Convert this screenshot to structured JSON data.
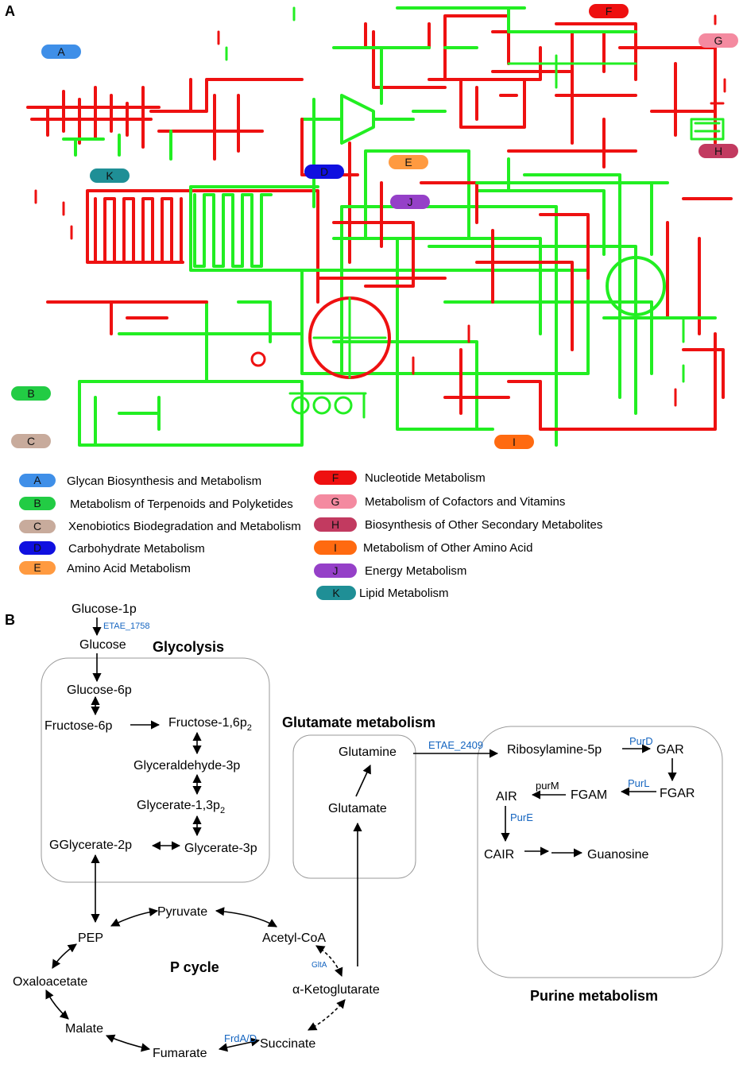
{
  "panel_a": {
    "label": "A",
    "map_markers": [
      {
        "letter": "A",
        "color": "#3f8fe8"
      },
      {
        "letter": "F",
        "color": "#ee1010"
      },
      {
        "letter": "G",
        "color": "#f48aa0"
      },
      {
        "letter": "H",
        "color": "#c23a60"
      },
      {
        "letter": "K",
        "color": "#1f8f96"
      },
      {
        "letter": "D",
        "color": "#1010e0"
      },
      {
        "letter": "E",
        "color": "#ff9a40"
      },
      {
        "letter": "J",
        "color": "#9540c8"
      },
      {
        "letter": "B",
        "color": "#22cc44"
      },
      {
        "letter": "C",
        "color": "#c8ab9c"
      },
      {
        "letter": "I",
        "color": "#ff6a10"
      }
    ],
    "legend_left": [
      {
        "letter": "A",
        "label": "Glycan Biosynthesis and Metabolism",
        "color": "#3f8fe8"
      },
      {
        "letter": "B",
        "label": "Metabolism of Terpenoids and Polyketides",
        "color": "#22cc44"
      },
      {
        "letter": "C",
        "label": "Xenobiotics Biodegradation and Metabolism",
        "color": "#c8ab9c"
      },
      {
        "letter": "D",
        "label": "Carbohydrate Metabolism",
        "color": "#1010e0"
      },
      {
        "letter": "E",
        "label": "Amino Acid Metabolism",
        "color": "#ff9a40"
      }
    ],
    "legend_right": [
      {
        "letter": "F",
        "label": "Nucleotide Metabolism",
        "color": "#ee1010"
      },
      {
        "letter": "G",
        "label": "Metabolism of Cofactors and Vitamins",
        "color": "#f48aa0"
      },
      {
        "letter": "H",
        "label": "Biosynthesis of Other Secondary Metabolites",
        "color": "#c23a60"
      },
      {
        "letter": "I",
        "label": "Metabolism of Other Amino Acid",
        "color": "#ff6a10"
      },
      {
        "letter": "J",
        "label": "Energy Metabolism",
        "color": "#9540c8"
      },
      {
        "letter": "K",
        "label": "Lipid Metabolism",
        "color": "#1f8f96"
      }
    ],
    "line_colors": {
      "up": "#ee1111",
      "down": "#22ee22"
    }
  },
  "panel_b": {
    "label": "B",
    "titles": {
      "glycolysis": "Glycolysis",
      "glutamate": "Glutamate metabolism",
      "pcycle": "P cycle",
      "purine": "Purine metabolism"
    },
    "metabolites": {
      "glucose_1p": "Glucose-1p",
      "glucose": "Glucose",
      "glucose_6p": "Glucose-6p",
      "fructose_6p": "Fructose-6p",
      "fructose_16p2": "Fructose-1,6p",
      "glyceraldehyde_3p": "Glyceraldehyde-3p",
      "glycerate_13p2": "Glycerate-1,3p",
      "gglycerate_2p": "GGlycerate-2p",
      "glycerate_3p": "Glycerate-3p",
      "pyruvate": "Pyruvate",
      "pep": "PEP",
      "acetyl_coa": "Acetyl-CoA",
      "oxaloacetate": "Oxaloacetate",
      "alpha_kg": "α-Ketoglutarate",
      "malate": "Malate",
      "fumarate": "Fumarate",
      "succinate": "Succinate",
      "glutamine": "Glutamine",
      "glutamate": "Glutamate",
      "ribosylamine_5p": "Ribosylamine-5p",
      "gar": "GAR",
      "fgar": "FGAR",
      "fgam": "FGAM",
      "air": "AIR",
      "cair": "CAIR",
      "guanosine": "Guanosine"
    },
    "subscript_2": "2",
    "enzymes": {
      "etae_1758": "ETAE_1758",
      "etae_2409": "ETAE_2409",
      "gltA": "GltA",
      "frdAD": "FrdA/D",
      "purD": "PurD",
      "purL": "PurL",
      "purM": "purM",
      "purE": "PurE"
    }
  }
}
